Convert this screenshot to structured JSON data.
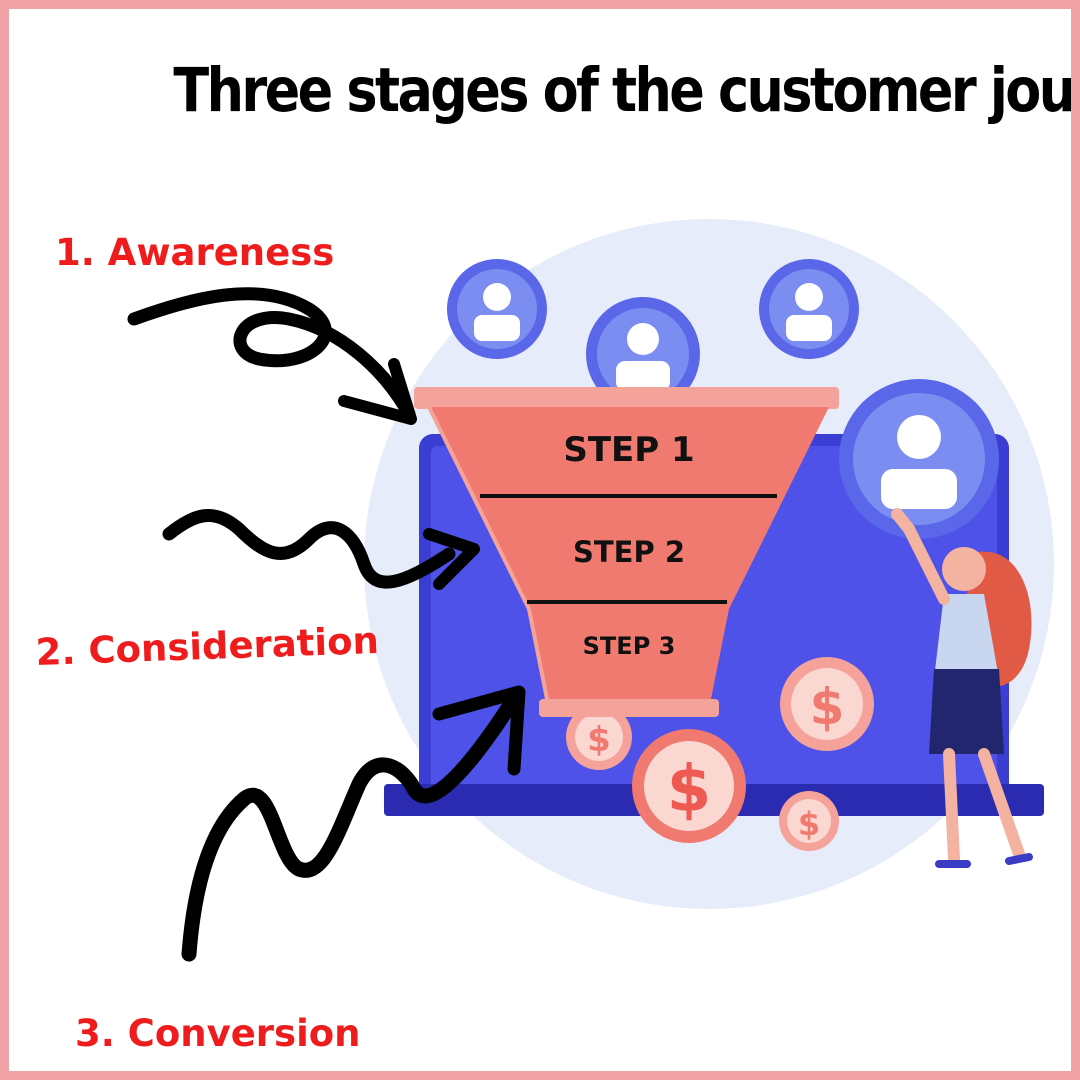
{
  "title": "Three stages of the customer journey",
  "stages": [
    {
      "label": "1. Awareness"
    },
    {
      "label": "2. Consideration"
    },
    {
      "label": "3. Conversion"
    }
  ],
  "funnel": {
    "steps": [
      "STEP 1",
      "STEP 2",
      "STEP 3"
    ]
  },
  "icons": {
    "person": "person-avatar-icon",
    "coin": "dollar-coin-icon",
    "arrow": "hand-drawn-arrow"
  },
  "colors": {
    "border": "#f2a3a5",
    "stage_label": "#ee1c1c",
    "funnel": "#f07a70",
    "funnel_rim": "#f4a39a",
    "laptop": "#4a4de6",
    "avatar_ring": "#5a67e8",
    "background_circle": "#e6ecfa",
    "coin": "#f5a29a"
  }
}
